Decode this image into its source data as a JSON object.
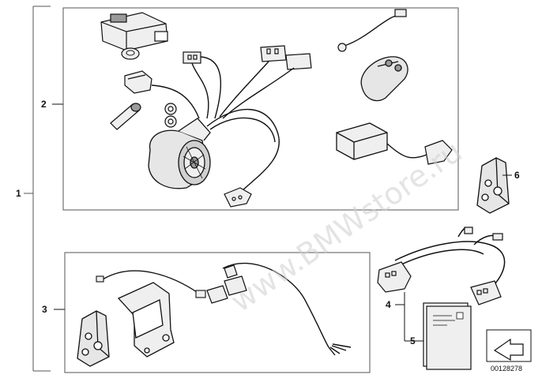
{
  "callouts": {
    "c1": "1",
    "c2": "2",
    "c3": "3",
    "c4": "4",
    "c5": "5",
    "c6": "6"
  },
  "watermark": "www.BMWstore.ru",
  "part_number": "00128278",
  "colors": {
    "line": "#111111",
    "frame": "#555555",
    "part_fill": "#efefef",
    "part_dark": "#9a9a9a",
    "watermark": "#cfcfcf"
  }
}
